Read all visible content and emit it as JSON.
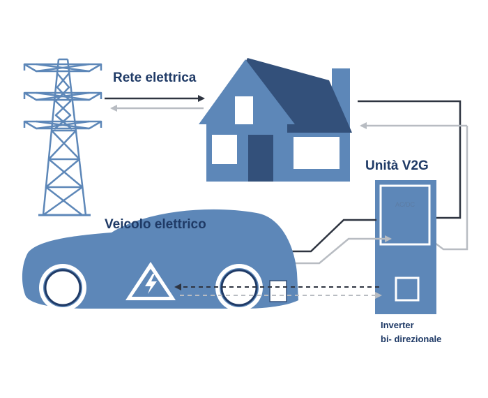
{
  "labels": {
    "grid": "Rete elettrica",
    "v2g_unit": "Unità V2G",
    "vehicle": "Veicolo elettrico",
    "acdc": "AC/DC",
    "inverter_line1": "Inverter",
    "inverter_line2": "bi- direzionale"
  },
  "colors": {
    "primary_blue": "#5d87b8",
    "dark_blue": "#33507a",
    "label_navy": "#1f3a66",
    "arrow_dark": "#2e3440",
    "arrow_light": "#b8bcc2",
    "window_fill": "#ffffff"
  },
  "icons": {
    "tower": "transmission-tower-icon",
    "house": "house-icon",
    "car": "electric-car-icon",
    "warning": "high-voltage-warning-icon",
    "v2g": "v2g-charging-unit-icon"
  }
}
